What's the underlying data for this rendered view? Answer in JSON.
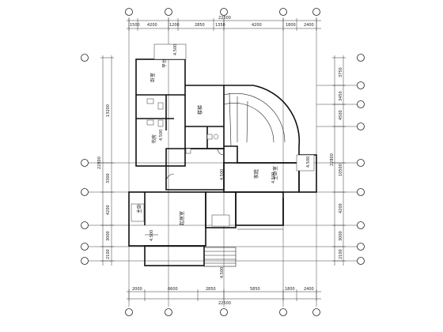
{
  "dimensions": {
    "top": [
      "1500",
      "4200",
      "1200",
      "2850",
      "1350",
      "4200",
      "1800",
      "2400"
    ],
    "top_total": "22500",
    "bottom": [
      "2000",
      "6600",
      "2850",
      "5850",
      "1800",
      "2400"
    ],
    "bottom_total": "22500",
    "left": [
      "13200",
      "3300",
      "4200",
      "3000",
      "2100"
    ],
    "left_total": "22800",
    "right_a": [
      "3750",
      "3450",
      "4500",
      "4200",
      "3000",
      "2100"
    ],
    "right_b": [
      "10500",
      "22800"
    ]
  },
  "rooms": {
    "br_upper_left": "卧室",
    "study": "书房",
    "stair": "楼梯",
    "living": "起居室",
    "parents_br": "主卧",
    "family": "家庭",
    "master": "主卧室",
    "terrace": "平台"
  },
  "elevations": {
    "e1": "4.500",
    "e2": "4.500",
    "e3": "4.500",
    "e4": "4.500",
    "e5": "4.500",
    "e6": "4.500",
    "e7": "4.500"
  }
}
